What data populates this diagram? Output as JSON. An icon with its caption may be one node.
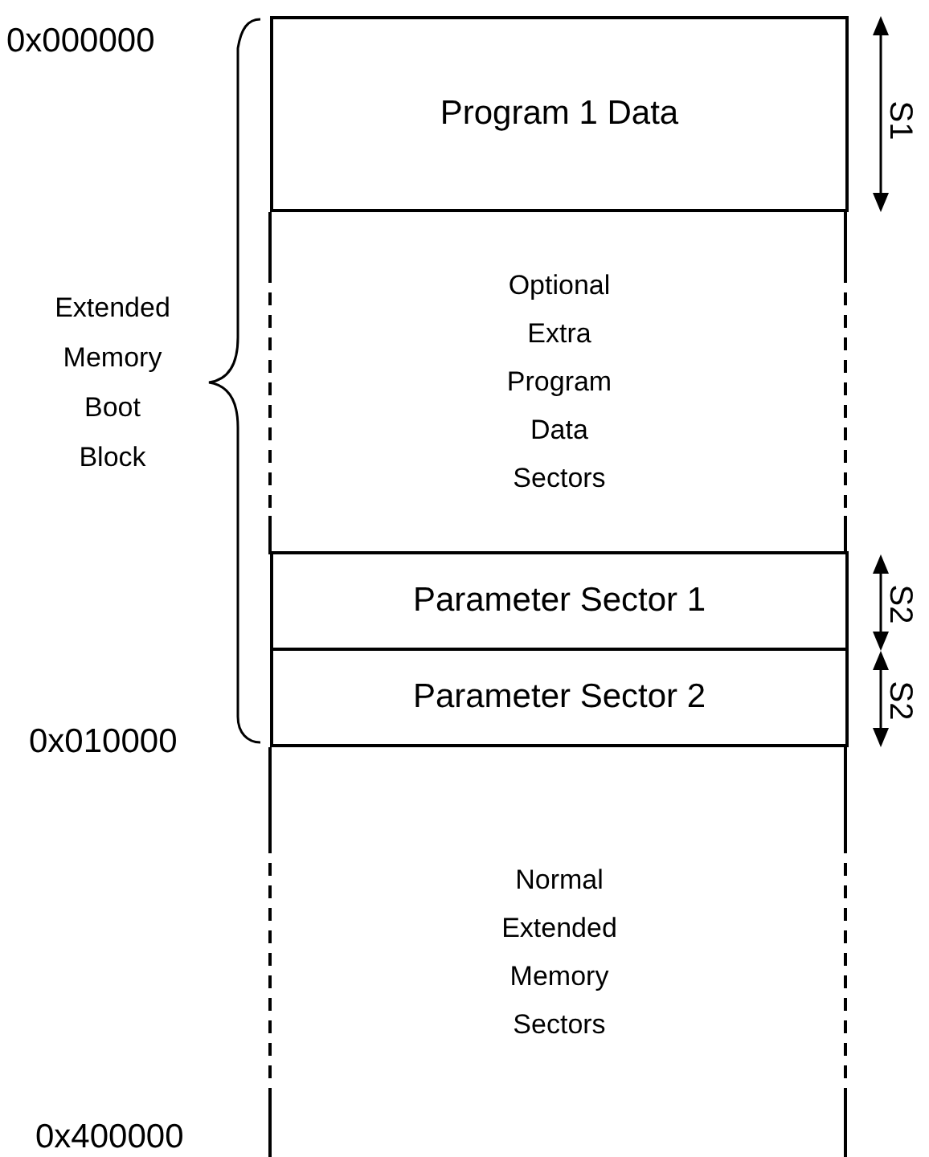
{
  "diagram": {
    "nodes": [
      {
        "text": [
          "Program 1 Data"
        ]
      },
      {
        "text": [
          "Optional Extra Program Data Sectors"
        ]
      },
      {
        "text": [
          "Parameter Sector 1"
        ]
      },
      {
        "text": [
          "Parameter Sector 2"
        ]
      },
      {
        "text": [
          "Normal Extended Memory Sectors"
        ]
      }
    ],
    "labels": [
      "0x000000",
      "S1",
      "Extended Memory Boot Block",
      "S2",
      "S2",
      "0x010000",
      "0x400000"
    ]
  }
}
